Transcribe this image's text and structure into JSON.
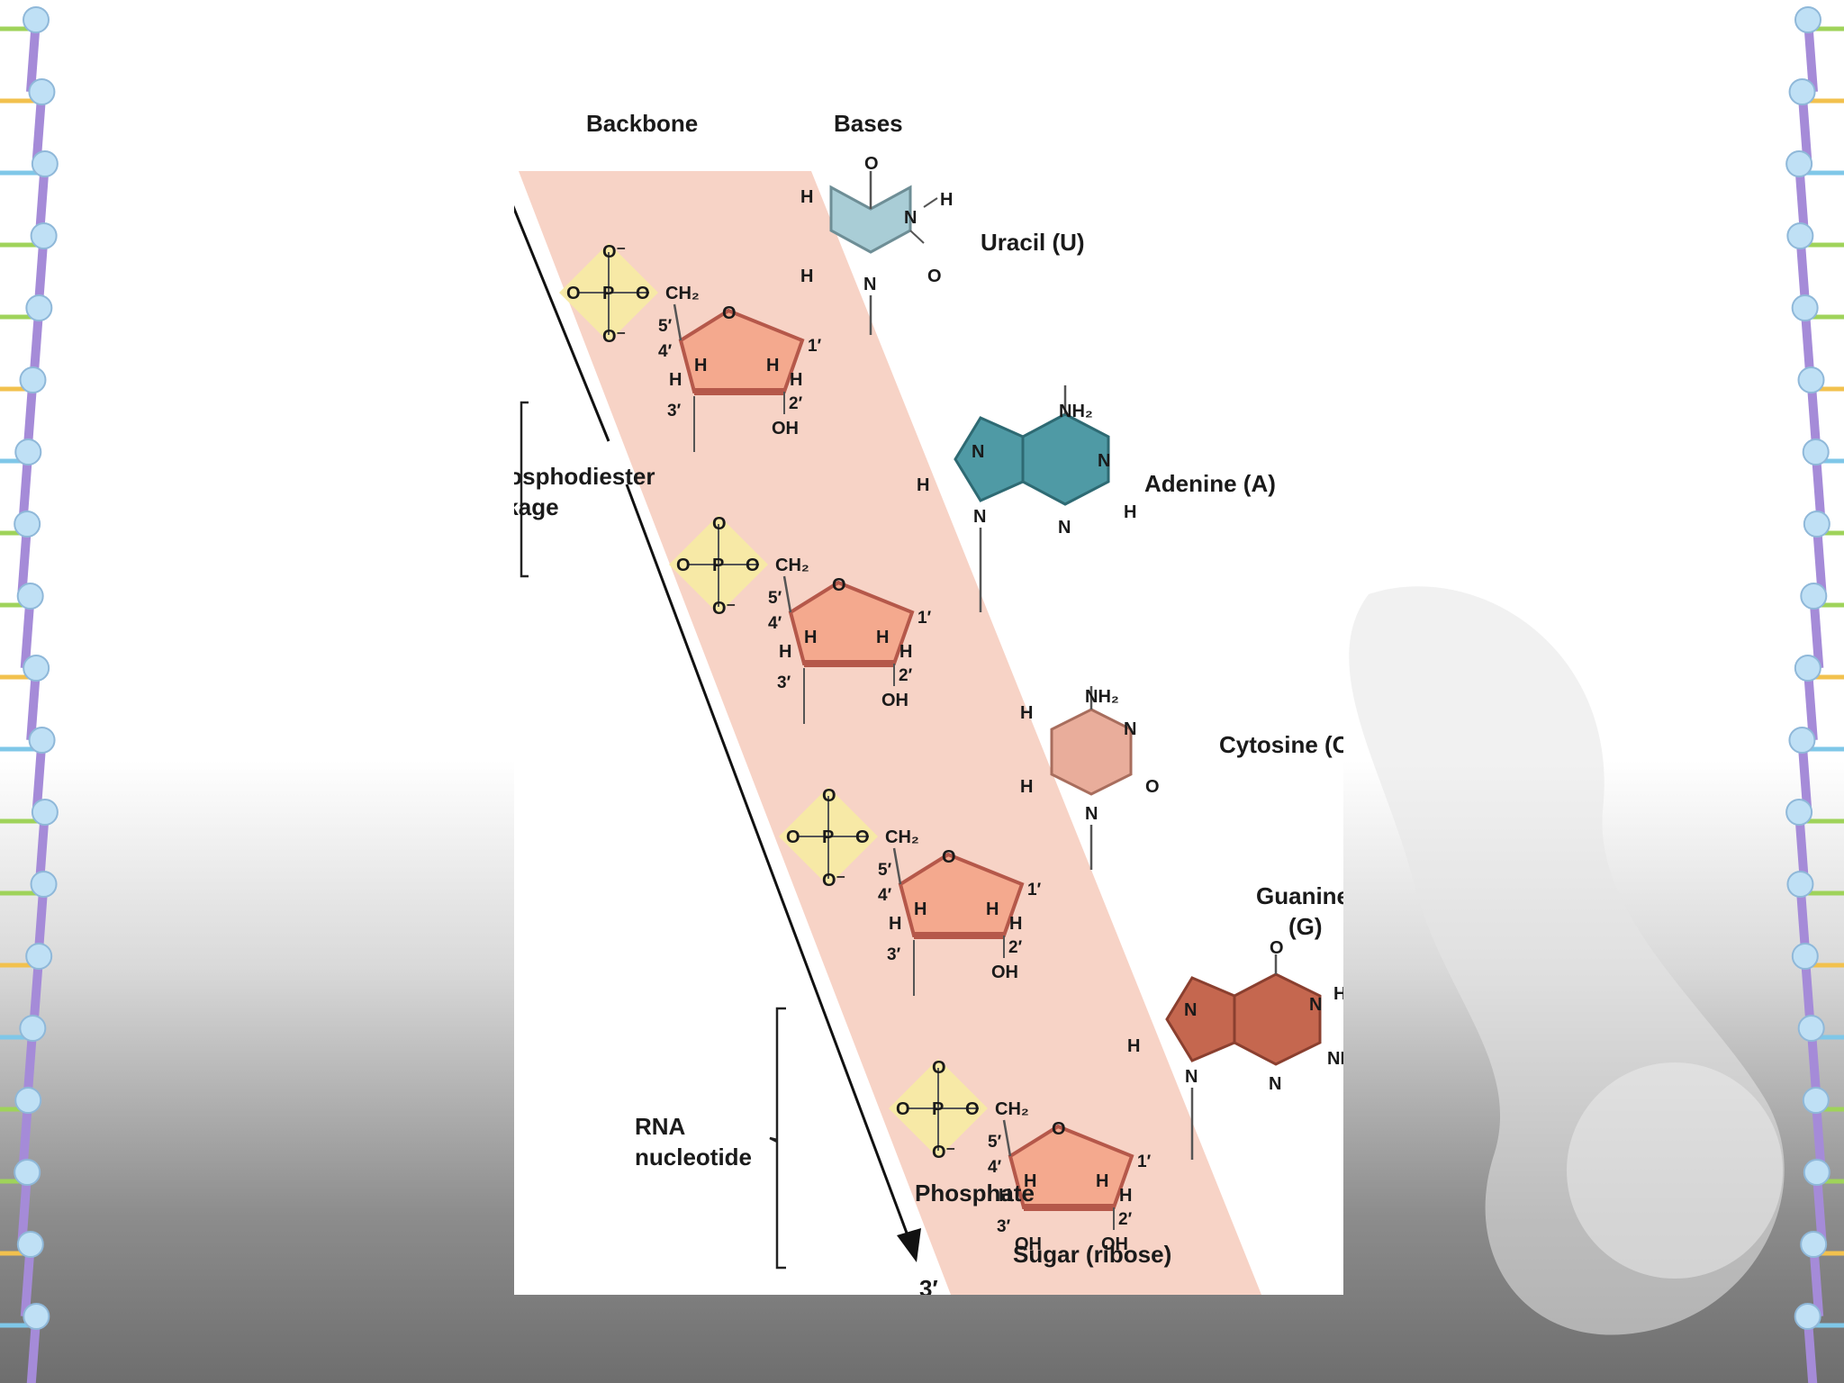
{
  "labels": {
    "backbone": "Backbone",
    "bases": "Bases",
    "five_prime": "5′",
    "three_prime": "3′",
    "phosphodiester_1": "Phosphodiester",
    "phosphodiester_2": "linkage",
    "rna_1": "RNA",
    "rna_2": "nucleotide",
    "phosphate": "Phosphate",
    "sugar": "Sugar (ribose)"
  },
  "bases": {
    "uracil": "Uracil (U)",
    "adenine": "Adenine (A)",
    "cytosine": "Cytosine (C)",
    "guanine_1": "Guanine",
    "guanine_2": "(G)"
  },
  "atoms": {
    "O": "O",
    "O_minus": "O⁻",
    "P": "P",
    "H": "H",
    "N": "N",
    "CH2": "CH₂",
    "OH": "OH",
    "NH2": "NH₂"
  },
  "carbons": {
    "c1": "1′",
    "c2": "2′",
    "c3": "3′",
    "c4": "4′",
    "c5": "5′"
  },
  "colors": {
    "ribbon": "#f7d3c6",
    "phosphate_bg": "#f7e9a6",
    "sugar_fill": "#f4a98e",
    "sugar_edge": "#b5584a",
    "uracil": "#a9cdd6",
    "adenine": "#4f9aa5",
    "cytosine": "#e9ad9b",
    "guanine": "#c5674f"
  }
}
